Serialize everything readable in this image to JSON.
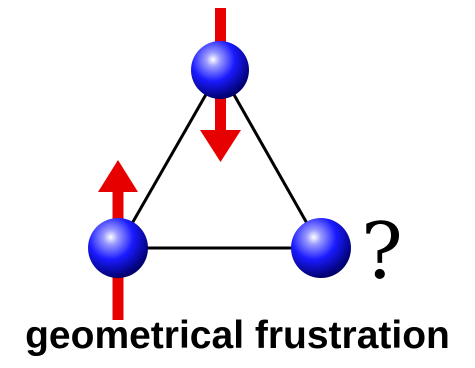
{
  "title": "geometrical frustration",
  "unknown_spin_symbol": "?",
  "colors": {
    "atom": "#1a1aff",
    "atom_highlight": "#ffffff",
    "atom_shadow": "#00006e",
    "spin_arrow": "#e60000",
    "bond": "#000000"
  },
  "spins": {
    "top": "down",
    "bottom_left": "up",
    "bottom_right": "undetermined"
  }
}
